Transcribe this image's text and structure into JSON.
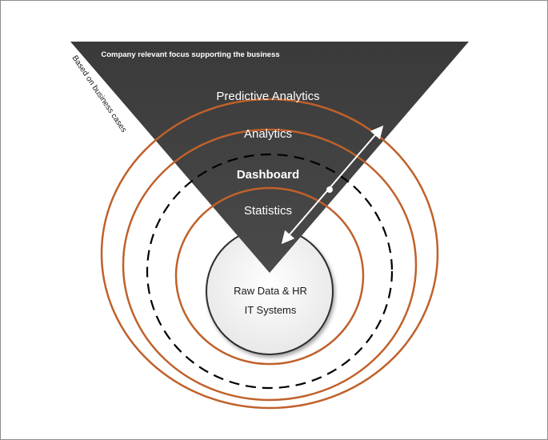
{
  "diagram": {
    "top_caption": "Company relevant focus supporting the business",
    "side_caption": "Based on business cases",
    "layers": {
      "predictive_analytics": "Predictive Analytics",
      "analytics": "Analytics",
      "dashboard": "Dashboard",
      "statistics": "Statistics"
    },
    "core": {
      "line1": "Raw Data & HR",
      "line2": "IT Systems"
    },
    "colors": {
      "funnel": "#3f3f3f",
      "ring": "#c0612b",
      "dashed_ring": "#000000",
      "core_fill": "#f4f4f4",
      "core_stroke": "#2e2e2e",
      "arrow": "#ffffff"
    }
  }
}
